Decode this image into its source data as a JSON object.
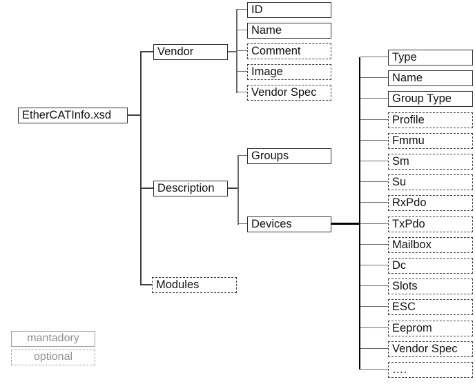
{
  "diagram": {
    "root": {
      "label": "EtherCATInfo.xsd",
      "presence": "mandatory"
    },
    "level1": [
      {
        "label": "Vendor",
        "presence": "mandatory"
      },
      {
        "label": "Description",
        "presence": "mandatory"
      },
      {
        "label": "Modules",
        "presence": "optional"
      }
    ],
    "vendor_children": [
      {
        "label": "ID",
        "presence": "mandatory"
      },
      {
        "label": "Name",
        "presence": "mandatory"
      },
      {
        "label": "Comment",
        "presence": "optional"
      },
      {
        "label": "Image",
        "presence": "optional"
      },
      {
        "label": "Vendor Spec",
        "presence": "optional"
      }
    ],
    "description_children": [
      {
        "label": "Groups",
        "presence": "mandatory"
      },
      {
        "label": "Devices",
        "presence": "mandatory"
      }
    ],
    "devices_children": [
      {
        "label": "Type",
        "presence": "mandatory"
      },
      {
        "label": "Name",
        "presence": "mandatory"
      },
      {
        "label": "Group Type",
        "presence": "mandatory"
      },
      {
        "label": "Profile",
        "presence": "optional"
      },
      {
        "label": "Fmmu",
        "presence": "optional"
      },
      {
        "label": "Sm",
        "presence": "optional"
      },
      {
        "label": "Su",
        "presence": "optional"
      },
      {
        "label": "RxPdo",
        "presence": "optional"
      },
      {
        "label": "TxPdo",
        "presence": "optional"
      },
      {
        "label": "Mailbox",
        "presence": "optional"
      },
      {
        "label": "Dc",
        "presence": "optional"
      },
      {
        "label": "Slots",
        "presence": "optional"
      },
      {
        "label": "ESC",
        "presence": "optional"
      },
      {
        "label": "Eeprom",
        "presence": "optional"
      },
      {
        "label": "Vendor Spec",
        "presence": "optional"
      },
      {
        "label": "….",
        "presence": "optional"
      }
    ],
    "legend": [
      {
        "label": "mantadory",
        "presence": "mandatory"
      },
      {
        "label": "optional",
        "presence": "optional"
      }
    ],
    "colors": {
      "background": "#ffffff",
      "box_border": "#2f2f2f",
      "box_text": "#111111",
      "connector_gray": "#6b6b6b",
      "connector_dark": "#3f3f3f",
      "connector_black": "#000000",
      "legend_border": "#9c9c9c",
      "legend_text": "#8f8f8f"
    }
  }
}
